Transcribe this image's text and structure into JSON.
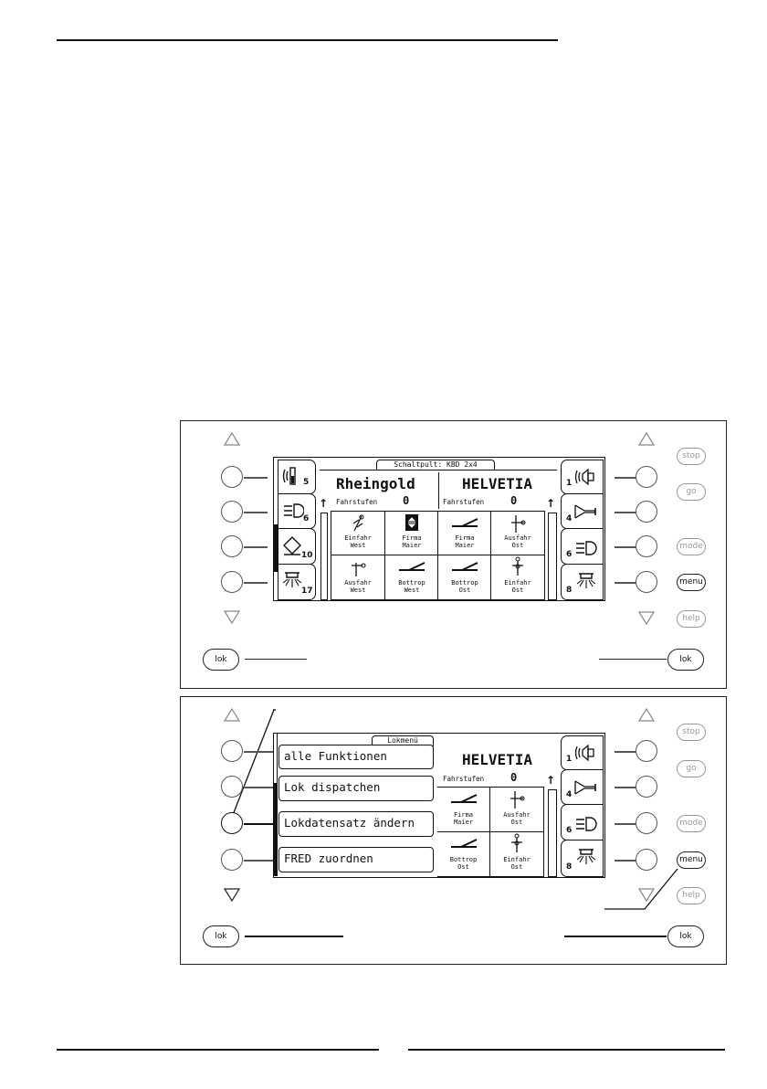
{
  "top_panel": {
    "screen_tab": "Schaltpult: KBD 2x4",
    "loco_left": {
      "name": "Rheingold",
      "speed_label": "Fahrstufen",
      "speed": "0"
    },
    "loco_right": {
      "name": "HELVETIA",
      "speed_label": "Fahrstufen",
      "speed": "0"
    },
    "left_functions": [
      {
        "icon": "signal-horn-icon",
        "num": "5"
      },
      {
        "icon": "headlight-icon",
        "num": "6"
      },
      {
        "icon": "coupler-icon",
        "num": "10"
      },
      {
        "icon": "cab-light-icon",
        "num": "17"
      }
    ],
    "right_functions": [
      {
        "icon": "speaker-icon",
        "num": "1"
      },
      {
        "icon": "horn-icon",
        "num": "4"
      },
      {
        "icon": "headlight-icon",
        "num": "6"
      },
      {
        "icon": "cab-light-icon",
        "num": "8"
      }
    ],
    "switches": [
      {
        "line1": "Einfahr",
        "line2": "West"
      },
      {
        "line1": "Firma",
        "line2": "Maier"
      },
      {
        "line1": "Firma",
        "line2": "Maier"
      },
      {
        "line1": "Ausfahr",
        "line2": "Ost"
      },
      {
        "line1": "Ausfahr",
        "line2": "West"
      },
      {
        "line1": "Bottrop",
        "line2": "West"
      },
      {
        "line1": "Bottrop",
        "line2": "Ost"
      },
      {
        "line1": "Einfahr",
        "line2": "Ost"
      }
    ]
  },
  "bottom_panel": {
    "screen_tab": "Lokmenü",
    "menu_items": [
      "alle Funktionen",
      "Lok dispatchen",
      "Lokdatensatz ändern",
      "FRED zuordnen"
    ],
    "loco_right": {
      "name": "HELVETIA",
      "speed_label": "Fahrstufen",
      "speed": "0"
    },
    "switches": [
      {
        "line1": "Firma",
        "line2": "Maier"
      },
      {
        "line1": "Ausfahr",
        "line2": "Ost"
      },
      {
        "line1": "Bottrop",
        "line2": "Ost"
      },
      {
        "line1": "Einfahr",
        "line2": "Ost"
      }
    ]
  },
  "buttons": {
    "stop": "stop",
    "go": "go",
    "mode": "mode",
    "menu": "menu",
    "help": "help",
    "lok": "lok"
  }
}
